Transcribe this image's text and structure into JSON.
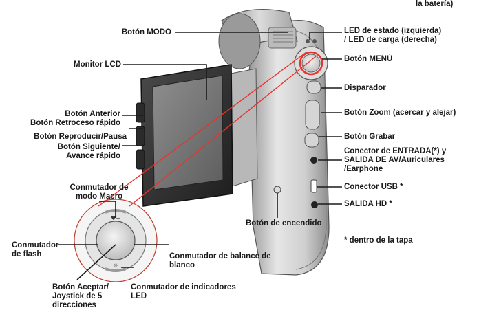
{
  "colors": {
    "pointer": "#e8342c",
    "leader": "#1a1a1a",
    "body": "#c9c9c9",
    "screen": "#7a7a7a"
  },
  "top_label": [
    "la batería)"
  ],
  "callouts": {
    "mode_button": [
      "Botón MODO"
    ],
    "lcd_monitor": [
      "Monitor LCD"
    ],
    "prev_button": [
      "Botón Anterior",
      "Botón Retroceso rápido"
    ],
    "play_pause_button": [
      "Botón Reproducir/Pausa"
    ],
    "next_button": [
      "Botón Siguiente/",
      "Avance rápido"
    ],
    "status_led": [
      "LED de estado (izquierda)",
      "/ LED de carga (derecha)"
    ],
    "menu_button": [
      "Botón MENÚ"
    ],
    "shutter": [
      "Disparador"
    ],
    "zoom_button": [
      "Botón Zoom (acercar y alejar)"
    ],
    "record_button": [
      "Botón Grabar"
    ],
    "av_connector": [
      "Conector de ENTRADA(*) y",
      "SALIDA DE AV/Auriculares",
      "/Earphone"
    ],
    "usb_connector": [
      "Conector USB *"
    ],
    "hd_out": [
      "SALIDA HD *"
    ],
    "power_button": [
      "Botón de encendido"
    ],
    "cover_note": [
      "* dentro de la tapa"
    ],
    "macro_switch": [
      "Conmutador de",
      "modo Macro"
    ],
    "flash_switch": [
      "Conmutador",
      "de flash"
    ],
    "white_balance_switch": [
      "Conmutador de balance de",
      "blanco"
    ],
    "ok_joystick": [
      "Botón Aceptar/",
      "Joystick de 5",
      "direcciones"
    ],
    "led_switch": [
      "Conmutador de indicadores",
      "LED"
    ]
  }
}
